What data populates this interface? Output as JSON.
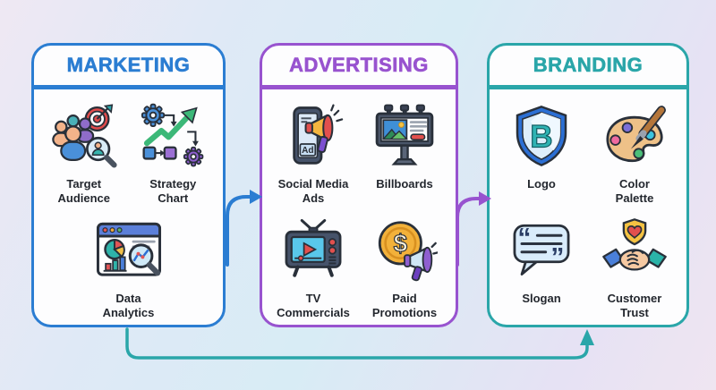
{
  "panels": [
    {
      "title": "MARKETING",
      "color": "#2b7dd2",
      "items": [
        {
          "label": "Target\nAudience",
          "icon": "target-audience-icon"
        },
        {
          "label": "Strategy\nChart",
          "icon": "strategy-chart-icon"
        },
        {
          "label": "Data\nAnalytics",
          "icon": "data-analytics-icon"
        }
      ]
    },
    {
      "title": "ADVERTISING",
      "color": "#9853cf",
      "items": [
        {
          "label": "Social Media\nAds",
          "icon": "social-media-ads-icon"
        },
        {
          "label": "Billboards",
          "icon": "billboards-icon"
        },
        {
          "label": "TV\nCommercials",
          "icon": "tv-commercials-icon"
        },
        {
          "label": "Paid\nPromotions",
          "icon": "paid-promotions-icon"
        }
      ]
    },
    {
      "title": "BRANDING",
      "color": "#2aa6a9",
      "items": [
        {
          "label": "Logo",
          "icon": "logo-shield-icon"
        },
        {
          "label": "Color\nPalette",
          "icon": "color-palette-icon"
        },
        {
          "label": "Slogan",
          "icon": "slogan-icon"
        },
        {
          "label": "Customer\nTrust",
          "icon": "customer-trust-icon"
        }
      ]
    }
  ],
  "flow": {
    "arrows": [
      {
        "from": "MARKETING",
        "to": "ADVERTISING",
        "color": "#2b7dd2"
      },
      {
        "from": "ADVERTISING",
        "to": "BRANDING",
        "color": "#9853cf"
      },
      {
        "from": "MARKETING",
        "to": "BRANDING",
        "color": "#2aa6a9"
      }
    ]
  }
}
